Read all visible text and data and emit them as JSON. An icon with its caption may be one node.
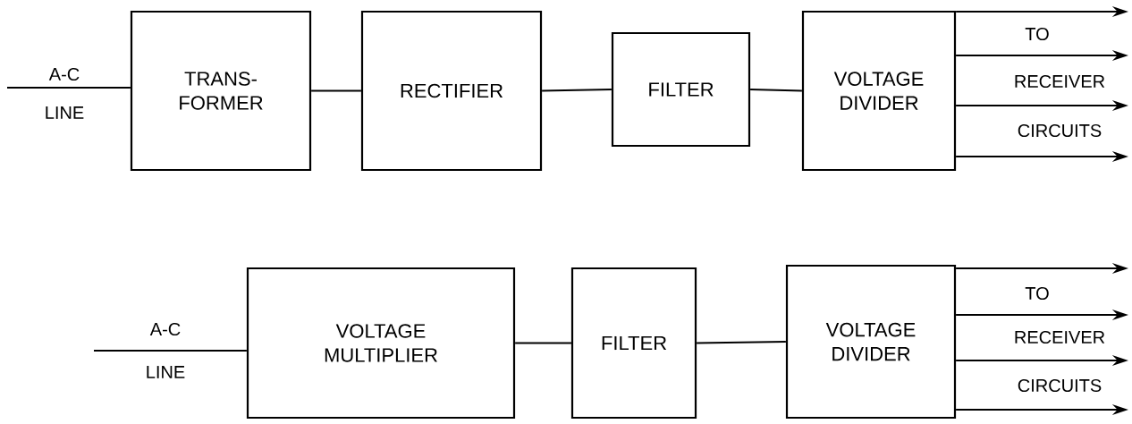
{
  "diagram": {
    "nodes": [
      {
        "text": [
          "TRANS- FORMER"
        ]
      },
      {
        "text": [
          "RECTIFIER"
        ]
      },
      {
        "text": [
          "FILTER"
        ]
      },
      {
        "text": [
          "VOLTAGE DIVIDER"
        ]
      },
      {
        "text": [
          "VOLTAGE MULTIPLIER"
        ]
      },
      {
        "text": [
          "FILTER"
        ]
      },
      {
        "text": [
          "VOLTAGE DIVIDER"
        ]
      }
    ],
    "edges": [
      {
        "from": null,
        "to": 0,
        "arrow": "none"
      },
      {
        "from": 0,
        "to": 1,
        "arrow": "none"
      },
      {
        "from": 1,
        "to": 2,
        "arrow": "none"
      },
      {
        "from": 2,
        "to": 3,
        "arrow": "none"
      },
      {
        "from": 3,
        "to": null,
        "arrow": "to"
      },
      {
        "from": 3,
        "to": null,
        "arrow": "to"
      },
      {
        "from": 3,
        "to": null,
        "arrow": "to"
      },
      {
        "from": 3,
        "to": null,
        "arrow": "to"
      },
      {
        "from": null,
        "to": 4,
        "arrow": "none"
      },
      {
        "from": 4,
        "to": 5,
        "arrow": "none"
      },
      {
        "from": 5,
        "to": 6,
        "arrow": "none"
      },
      {
        "from": 6,
        "to": null,
        "arrow": "to"
      },
      {
        "from": 6,
        "to": null,
        "arrow": "to"
      },
      {
        "from": 6,
        "to": null,
        "arrow": "to"
      },
      {
        "from": 6,
        "to": null,
        "arrow": "to"
      }
    ],
    "labels": [
      "A-C",
      "LINE",
      "TO",
      "RECEIVER",
      "CIRCUITS",
      "A-C",
      "LINE",
      "TO",
      "RECEIVER",
      "CIRCUITS"
    ]
  }
}
